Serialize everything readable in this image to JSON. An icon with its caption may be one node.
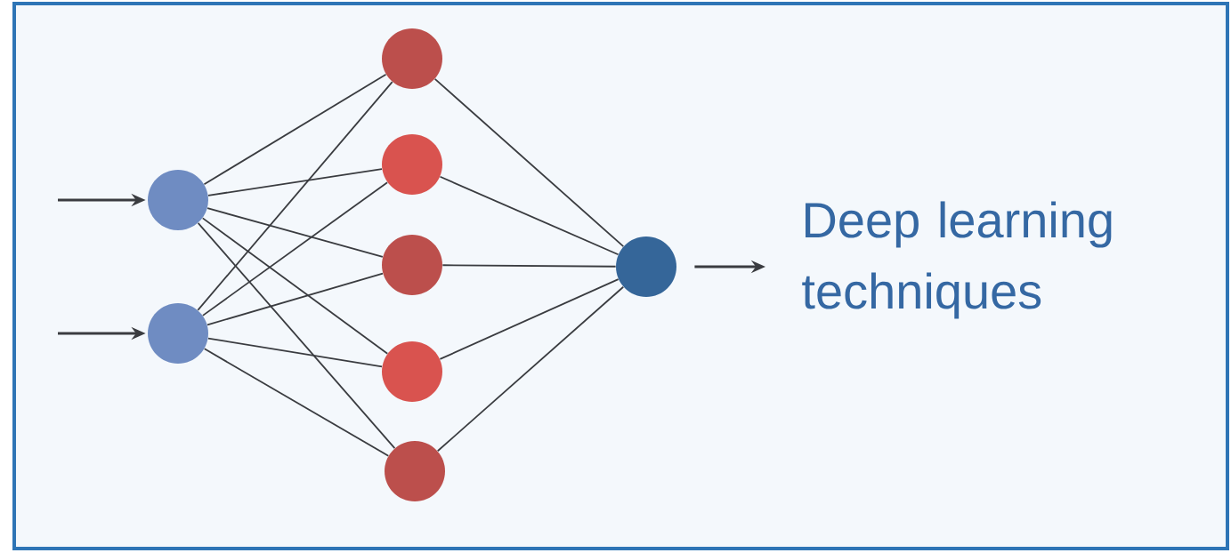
{
  "diagram": {
    "nodes": [
      {
        "text": [],
        "shape": "circle"
      },
      {
        "text": [],
        "shape": "circle"
      },
      {
        "text": [],
        "shape": "circle"
      },
      {
        "text": [],
        "shape": "circle"
      },
      {
        "text": [],
        "shape": "circle"
      },
      {
        "text": [],
        "shape": "circle"
      },
      {
        "text": [],
        "shape": "circle"
      },
      {
        "text": [],
        "shape": "circle"
      }
    ],
    "edges": [
      {
        "from": null,
        "to": 0,
        "arrow": "to"
      },
      {
        "from": null,
        "to": 1,
        "arrow": "to"
      },
      {
        "from": 0,
        "to": 2,
        "arrow": "none"
      },
      {
        "from": 0,
        "to": 3,
        "arrow": "none"
      },
      {
        "from": 0,
        "to": 4,
        "arrow": "none"
      },
      {
        "from": 0,
        "to": 5,
        "arrow": "none"
      },
      {
        "from": 0,
        "to": 6,
        "arrow": "none"
      },
      {
        "from": 1,
        "to": 2,
        "arrow": "none"
      },
      {
        "from": 1,
        "to": 3,
        "arrow": "none"
      },
      {
        "from": 1,
        "to": 4,
        "arrow": "none"
      },
      {
        "from": 1,
        "to": 5,
        "arrow": "none"
      },
      {
        "from": 1,
        "to": 6,
        "arrow": "none"
      },
      {
        "from": 2,
        "to": 7,
        "arrow": "none"
      },
      {
        "from": 3,
        "to": 7,
        "arrow": "none"
      },
      {
        "from": 4,
        "to": 7,
        "arrow": "none"
      },
      {
        "from": 5,
        "to": 7,
        "arrow": "none"
      },
      {
        "from": 6,
        "to": 7,
        "arrow": "none"
      },
      {
        "from": 7,
        "to": null,
        "arrow": "to"
      }
    ],
    "labels": [
      "Deep learning techniques"
    ]
  }
}
